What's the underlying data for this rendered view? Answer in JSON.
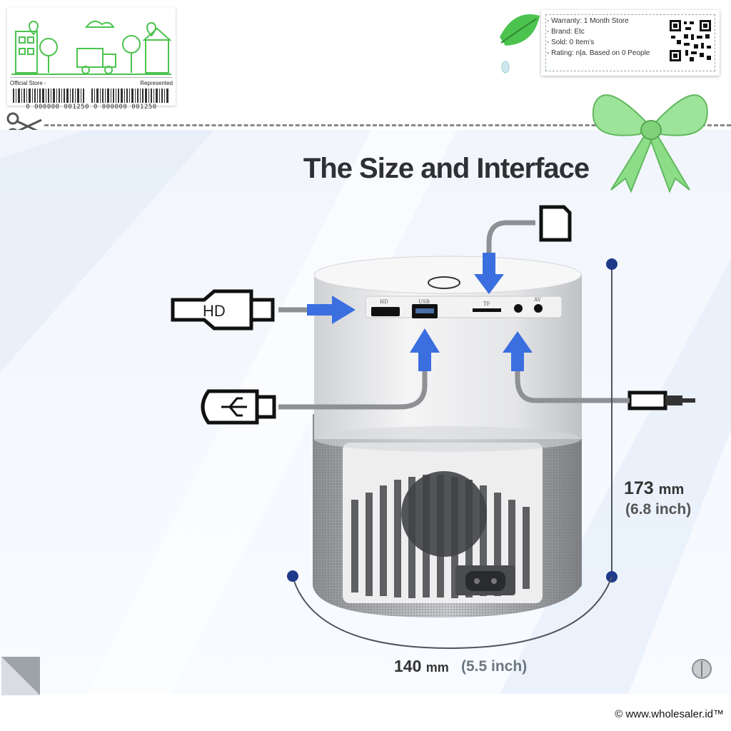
{
  "store_badge": {
    "left_label": "Official Store -",
    "right_label": "Represented",
    "barcode_digits": "0 000000 001250 0 000000 001250"
  },
  "info_card": {
    "items": [
      "- Warranty: 1 Month Store",
      "- Brand: Etc",
      "- Sold: 0 Item's",
      "- Rating: n|a. Based on 0 People"
    ]
  },
  "product": {
    "title": "The Size and Interface",
    "hd_label": "HD",
    "port_labels": {
      "hd": "HD",
      "usb": "USB",
      "tf": "TF",
      "av": "AV"
    }
  },
  "dimensions": {
    "height_mm": "173",
    "height_unit": "mm",
    "height_inch": "(6.8 inch)",
    "width_mm": "140",
    "width_unit": "mm",
    "width_inch": "(5.5 inch)"
  },
  "footer": {
    "copyright": "© www.wholesaler.id™"
  },
  "colors": {
    "accent_blue": "#3b6fe0",
    "dot_navy": "#1f3a8a",
    "green": "#4cc34f"
  }
}
